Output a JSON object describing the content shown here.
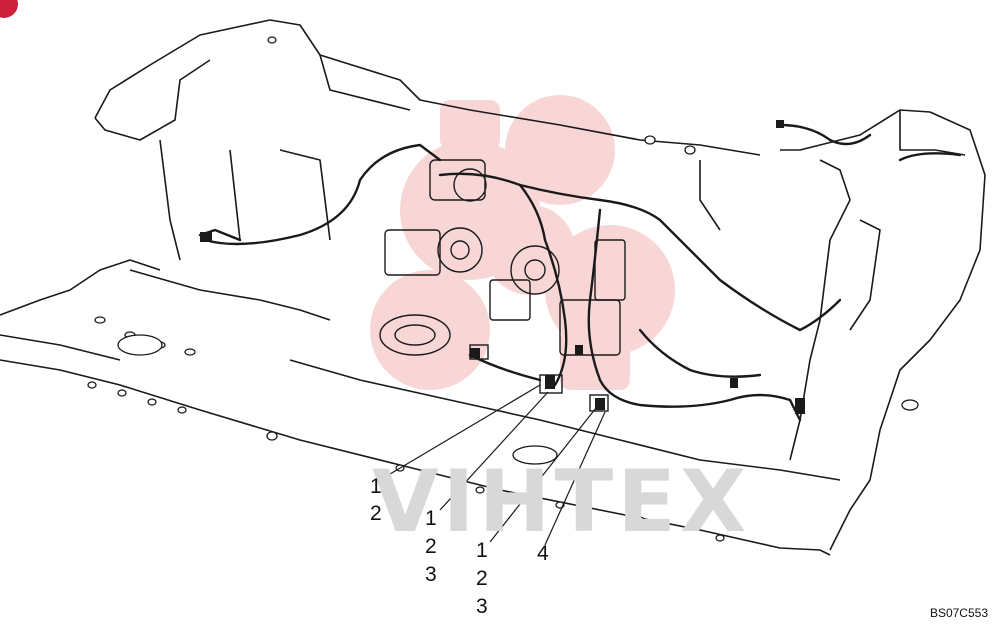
{
  "diagram": {
    "drawing_code": "BS07C553",
    "callouts": [
      {
        "id": "a",
        "labels": [
          "1",
          "2"
        ]
      },
      {
        "id": "b",
        "labels": [
          "1",
          "2",
          "3"
        ]
      },
      {
        "id": "c",
        "labels": [
          "1",
          "2",
          "3"
        ]
      },
      {
        "id": "d",
        "labels": [
          "4"
        ]
      }
    ],
    "watermark": {
      "text": "VIHTEX",
      "color": "#f5c6c6"
    },
    "colors": {
      "line": "#1a1a1a",
      "badge": "#cc1f3a"
    }
  }
}
